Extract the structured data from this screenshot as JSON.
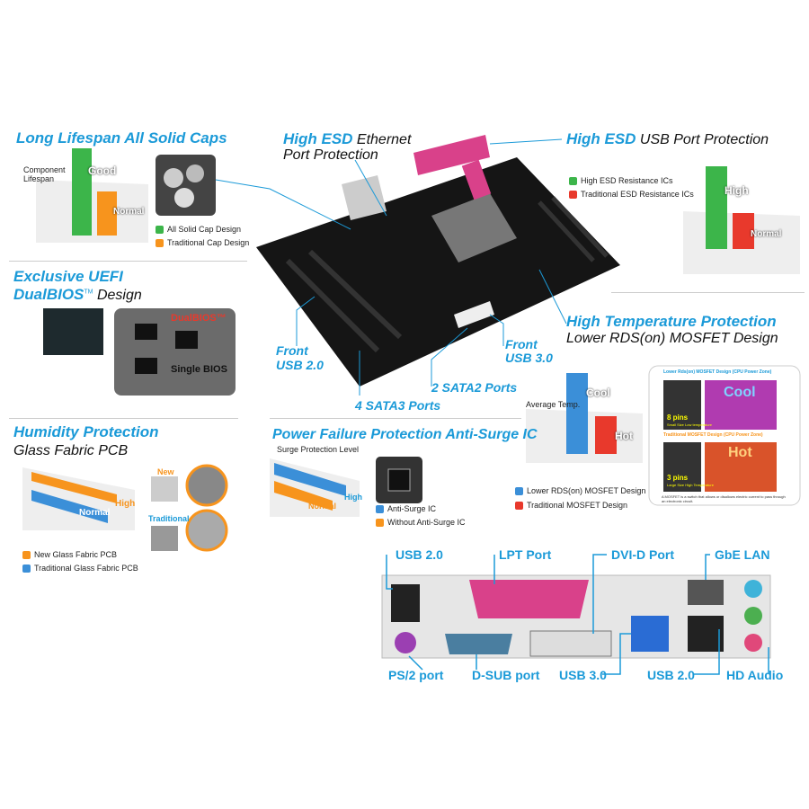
{
  "colors": {
    "accent": "#1b9ad8",
    "good": "#3cb54a",
    "normal": "#f7941d",
    "hot": "#e8392c",
    "board": "#151515",
    "lpt": "#d9418a"
  },
  "caps": {
    "title": "Long Lifespan All Solid Caps",
    "axis": "Component Lifespan",
    "bar_high": "Good",
    "bar_low": "Normal",
    "legend": [
      "All Solid Cap Design",
      "Traditional Cap Design"
    ]
  },
  "bios": {
    "title1": "Exclusive UEFI",
    "title2": "DualBIOS",
    "tm": "TM",
    "title3": " Design",
    "img_dual": "DualBIOS™",
    "img_single": "Single BIOS"
  },
  "humidity": {
    "title": "Humidity Protection",
    "subtitle": "Glass Fabric PCB",
    "bar_high": "High",
    "bar_low": "Normal",
    "new": "New",
    "traditional": "Traditional",
    "legend": [
      "New Glass Fabric PCB",
      "Traditional Glass Fabric PCB"
    ]
  },
  "ethernet": {
    "title_bold": "High ESD",
    "title_rest": " Ethernet",
    "line2": "Port Protection"
  },
  "usb_esd": {
    "title_bold": "High ESD",
    "title_rest": " USB Port Protection",
    "legend": [
      "High ESD Resistance ICs",
      "Traditional ESD Resistance ICs"
    ],
    "bar_high": "High",
    "bar_low": "Normal"
  },
  "temp": {
    "title": "High Temperature Protection",
    "line2": "Lower RDS(on) MOSFET Design",
    "axis": "Average Temp.",
    "bar_cool": "Cool",
    "bar_hot": "Hot",
    "legend": [
      "Lower RDS(on) MOSFET Design",
      "Traditional MOSFET Design"
    ],
    "panel": {
      "top": "Lower Rds(on) MOSFET Design (CPU Power Zone)",
      "cool": "Cool",
      "pins8": "8 pins",
      "pins8_sub": "Small Size Low temperature",
      "bottom": "Traditional MOSFET Design (CPU Power Zone)",
      "hot": "Hot",
      "pins3": "3 pins",
      "pins3_sub": "Large Size High Temperature",
      "note": "A MOSFET is a switch that allows or disallows electric current to pass through an electronic circuit."
    }
  },
  "board_labels": {
    "front_usb2": [
      "Front",
      "USB 2.0"
    ],
    "sata3": "4  SATA3 Ports",
    "sata2": "2 SATA2 Ports",
    "front_usb3": [
      "Front",
      "USB 3.0"
    ]
  },
  "surge": {
    "title": "Power Failure Protection Anti-Surge IC",
    "axis": "Surge Protection Level",
    "bar_high": "High",
    "bar_low": "Normal",
    "legend": [
      "Anti-Surge IC",
      "Without Anti-Surge IC"
    ]
  },
  "io": {
    "top": [
      "USB 2.0",
      "LPT Port",
      "DVI-D Port",
      "GbE LAN"
    ],
    "bottom": [
      "PS/2 port",
      "D-SUB port",
      "USB 3.0",
      "USB 2.0",
      "HD Audio"
    ]
  }
}
